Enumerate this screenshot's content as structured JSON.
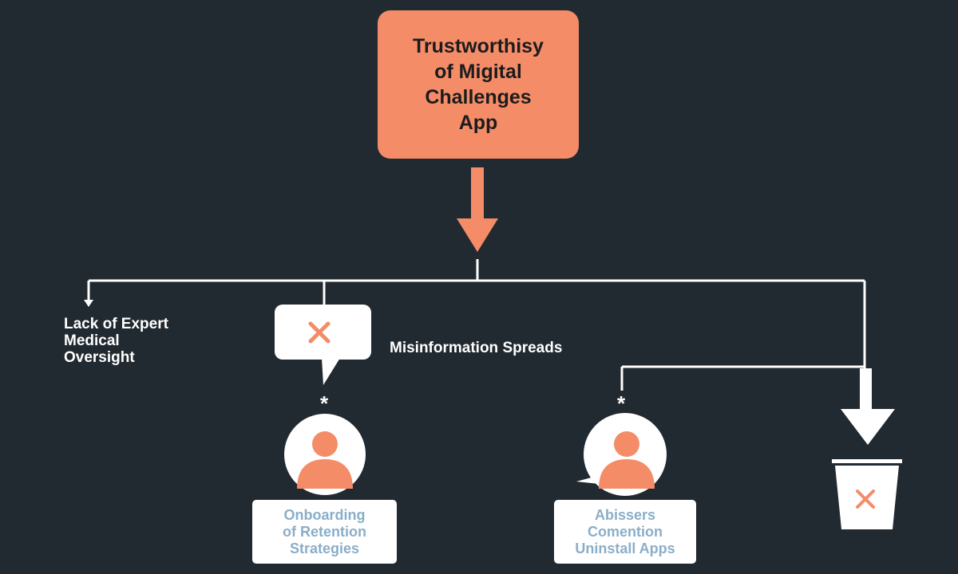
{
  "colors": {
    "background": "#222a31",
    "accent": "#f48c68",
    "line": "#ffffff",
    "caption_text": "#8aaec9",
    "person_skin": "#f48c68"
  },
  "root": {
    "title": "Trustworthisy\nof Migital\nChallenges\nApp"
  },
  "branches": {
    "left": {
      "label": "Lack of Expert\nMedical\nOversight"
    },
    "middle": {
      "label": "Misinformation Spreads",
      "icon": "close-x-icon"
    },
    "right": {
      "icon": "trash-bin-icon"
    }
  },
  "persons": [
    {
      "star": "*",
      "icon": "person-icon",
      "caption": "Onboarding\nof Retention\nStrategies"
    },
    {
      "star": "*",
      "icon": "person-icon",
      "caption": "Abissers\nComention\nUninstall Apps"
    }
  ]
}
